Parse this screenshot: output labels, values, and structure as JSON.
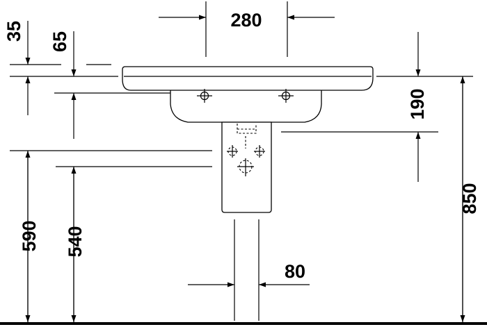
{
  "dimensions": {
    "d280": "280",
    "d35": "35",
    "d65": "65",
    "d190": "190",
    "d850": "850",
    "d590": "590",
    "d540": "540",
    "d80": "80"
  }
}
